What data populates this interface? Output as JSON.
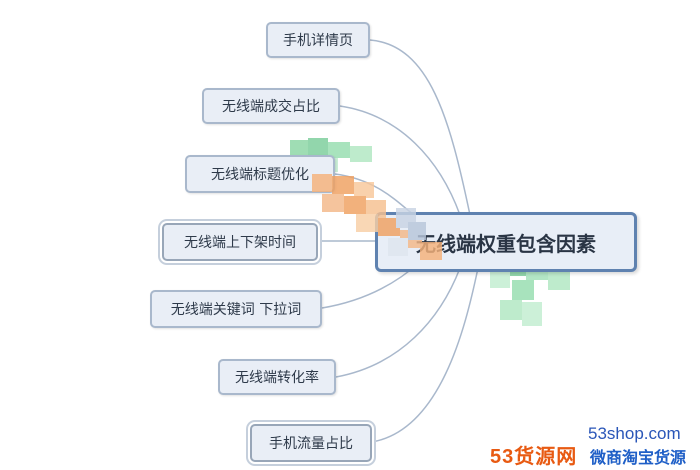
{
  "center_topic": "无线端权重包含因素",
  "branches": [
    "手机详情页",
    "无线端成交占比",
    "无线端标题优化",
    "无线端上下架时间",
    "无线端关键词 下拉词",
    "无线端转化率",
    "手机流量占比"
  ],
  "watermark": {
    "domain": "53shop.com",
    "brand": "53货源网",
    "tagline": "微商淘宝货源"
  },
  "colors": {
    "connector": "#a9b8cc",
    "center_border": "#5f82b0",
    "node_fill": "#e9eef6",
    "mosaic_green": "#7fcf9e",
    "mosaic_orange": "#f0a060"
  }
}
